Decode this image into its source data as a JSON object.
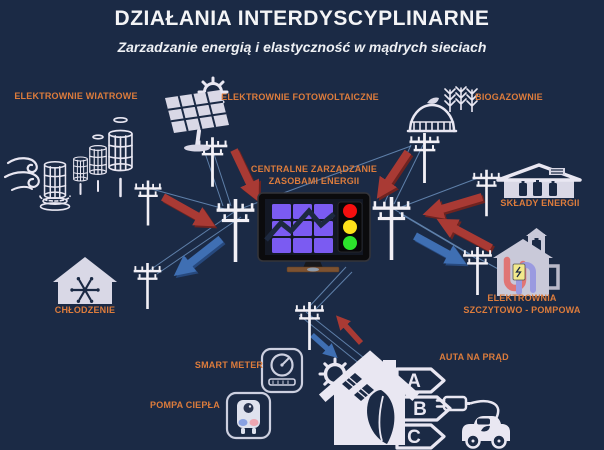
{
  "header": {
    "title": "DZIAŁANIA INTERDYSCYPLINARNE",
    "subtitle": "Zarzadzanie energią i elastyczność w mądrych sieciach"
  },
  "center": {
    "label_line1": "CENTRALNE ZARZĄDZANIE",
    "label_line2": "ZASOBAMI ENERGII",
    "icon": "control-monitor-with-traffic-light"
  },
  "nodes": {
    "wind": {
      "label": "ELEKTROWNIE WIATROWE",
      "icon": "vertical-wind-turbines"
    },
    "pv": {
      "label": "ELEKTROWNIE FOTOWOLTAICZNE",
      "icon": "solar-panel-with-sun"
    },
    "biogas": {
      "label": "BIOGAZOWNIE",
      "icon": "biogas-dome-and-crops"
    },
    "storage": {
      "label": "SKŁADY ENERGII",
      "icon": "battery-warehouse"
    },
    "pumped": {
      "label_line1": "ELEKTROWNIA",
      "label_line2": "SZCZYTOWO - POMPOWA",
      "icon": "pumped-storage-plant"
    },
    "cooling": {
      "label": "CHŁODZENIE",
      "icon": "snowflake-house"
    },
    "smart_meter": {
      "label": "SMART METER",
      "icon": "meter-gauge"
    },
    "heat_pump": {
      "label": "POMPA CIEPŁA",
      "icon": "heat-pump-unit"
    },
    "ev": {
      "label": "AUTA NA PRĄD",
      "icon": "electric-car-with-plug"
    },
    "eco_house": {
      "icon": "eco-house-with-energy-classes",
      "energy_classes": [
        "A",
        "B",
        "C"
      ]
    }
  },
  "flows": {
    "red_arrows_meaning": "energy-into-grid",
    "blue_arrows_meaning": "energy-out-of-grid"
  },
  "colors": {
    "background": "#1b2a45",
    "label_orange": "#dd7c3c",
    "icon_light": "#e9e7f2",
    "arrow_red": "#a93a34",
    "arrow_blue": "#3f6fb3",
    "power_line_blue": "#6f95c2",
    "screen_tile_purple": "#7b5bf2",
    "traffic_red": "#f50f0f",
    "traffic_yellow": "#ffe11a",
    "traffic_green": "#2ce32c",
    "stand_base_brown": "#7d5231"
  }
}
